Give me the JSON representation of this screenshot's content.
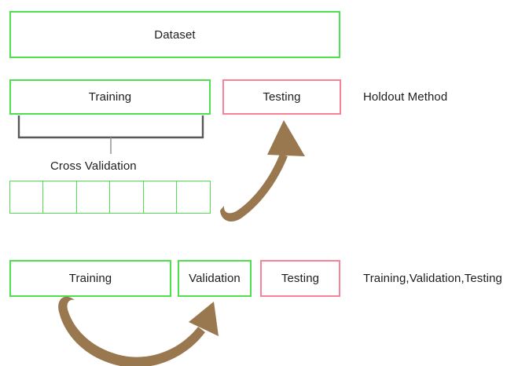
{
  "diagram": {
    "title_hidden": "Dataset splitting strategies",
    "colors": {
      "green_border": "#4ee04e",
      "pink_border": "#fa8296",
      "arrow_brown": "#99774f",
      "bracket_gray": "#585858",
      "text": "#1d1d1d",
      "background": "#ffffff"
    },
    "rows": {
      "dataset": {
        "boxes": [
          {
            "label": "Dataset",
            "color": "green"
          }
        ]
      },
      "holdout": {
        "boxes": [
          {
            "label": "Training",
            "color": "green"
          },
          {
            "label": "Testing",
            "color": "pink"
          }
        ],
        "side_label": "Holdout Method"
      },
      "cross_validation": {
        "caption": "Cross Validation",
        "fold_count": 6,
        "folds": [
          "",
          "",
          "",
          "",
          "",
          ""
        ]
      },
      "three_way": {
        "boxes": [
          {
            "label": "Training",
            "color": "green"
          },
          {
            "label": "Validation",
            "color": "green"
          },
          {
            "label": "Testing",
            "color": "pink"
          }
        ],
        "side_label": "Training,Validation,Testing"
      }
    },
    "arrows": [
      {
        "name": "folds-to-testing-arrow",
        "from": "cross-validation-folds",
        "to": "holdout-testing-box"
      },
      {
        "name": "training-to-validation-arrow",
        "from": "three-way-training-box",
        "to": "three-way-validation-box"
      }
    ],
    "bracket": {
      "name": "training-to-cross-validation-bracket",
      "from": "holdout-training-box",
      "to": "cross-validation-caption"
    }
  }
}
